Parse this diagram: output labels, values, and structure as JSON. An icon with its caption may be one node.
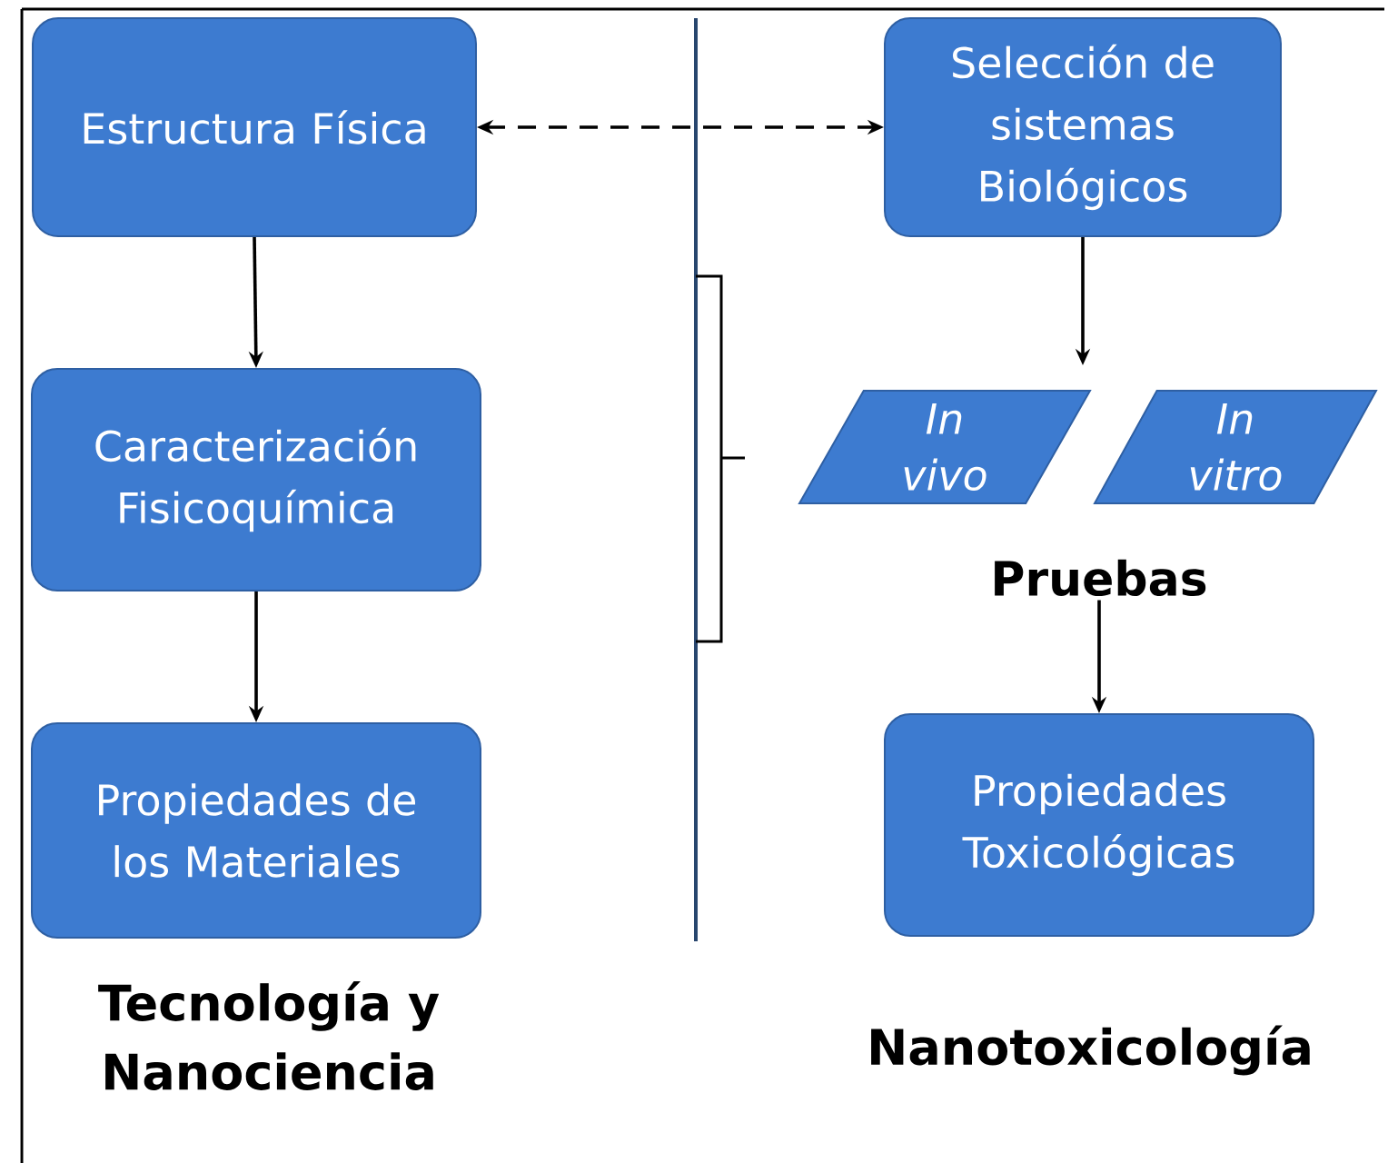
{
  "diagram": {
    "nodes": [
      {
        "text": [
          "Estructura Física"
        ]
      },
      {
        "text": [
          "Caracterización Fisicoquímica"
        ]
      },
      {
        "text": [
          "Propiedades de los Materiales"
        ]
      },
      {
        "text": [
          "Selección de sistemas Biológicos"
        ]
      },
      {
        "text": [
          "In vivo"
        ]
      },
      {
        "text": [
          "In vitro"
        ]
      },
      {
        "text": [
          "Pruebas"
        ]
      },
      {
        "text": [
          "Propiedades Toxicológicas"
        ]
      }
    ],
    "edges": [
      {
        "from": 0,
        "to": 1,
        "arrow": "to"
      },
      {
        "from": 1,
        "to": 2,
        "arrow": "to"
      },
      {
        "from": 0,
        "to": 3,
        "arrow": "both",
        "style": "dashed"
      },
      {
        "from": 3,
        "to": 4,
        "arrow": "to"
      },
      {
        "from": 6,
        "to": 7,
        "arrow": "to"
      }
    ],
    "labels": [
      "Tecnología y Nanociencia",
      "Nanotoxicología"
    ]
  }
}
